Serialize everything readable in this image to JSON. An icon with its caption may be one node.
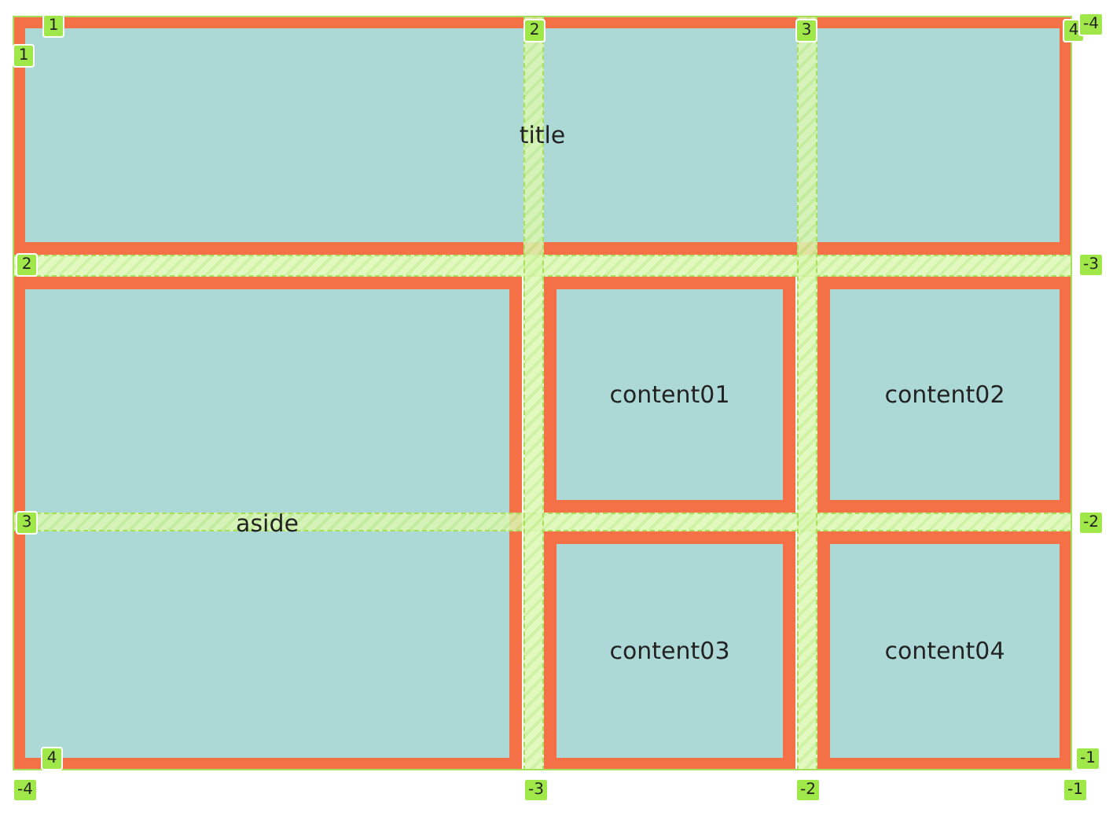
{
  "diagram": {
    "nodes": [
      {
        "text": [
          "title"
        ]
      },
      {
        "text": [
          "aside"
        ]
      },
      {
        "text": [
          "content01"
        ]
      },
      {
        "text": [
          "content02"
        ]
      },
      {
        "text": [
          "content03"
        ]
      },
      {
        "text": [
          "content04"
        ]
      }
    ],
    "labels": [
      "1",
      "2",
      "3",
      "4",
      "-4",
      "1",
      "2",
      "-3",
      "3",
      "-2",
      "4",
      "-1",
      "-4",
      "-3",
      "-2",
      "-1"
    ]
  }
}
